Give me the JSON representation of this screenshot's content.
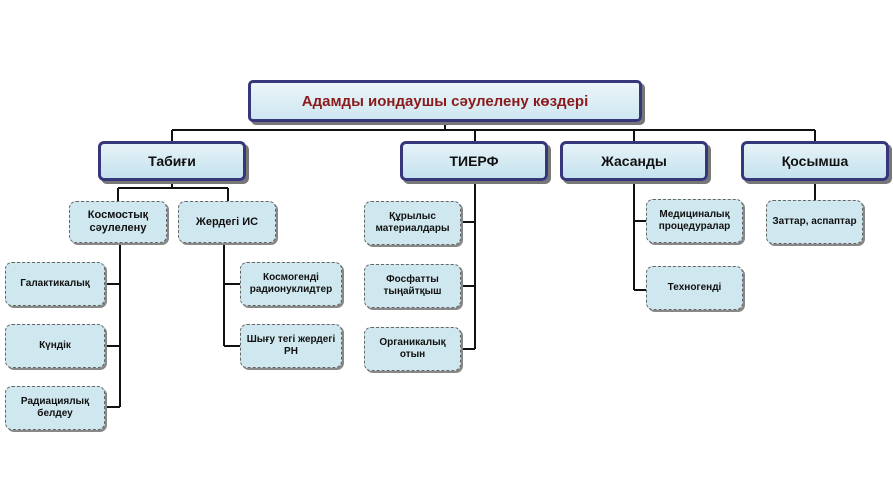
{
  "diagram": {
    "root": "Адамды иондаушы сәулелену көздері",
    "categories": [
      "Табиғи",
      "ТИЕРФ",
      "Жасанды",
      "Қосымша"
    ],
    "natural": {
      "sub": [
        "Космостық сәулелену",
        "Жердегі ИС"
      ],
      "cosmic": [
        "Галактикалық",
        "Күндік",
        "Радиациялық белдеу"
      ],
      "earth": [
        "Космогенді радионуклидтер",
        "Шығу тегі жердегі РН"
      ]
    },
    "tierf": [
      "Құрылыс материалдары",
      "Фосфатты тыңайтқыш",
      "Органикалық отын"
    ],
    "artificial": [
      "Медициналық процедуралар",
      "Техногенді"
    ],
    "additional": [
      "Заттар, аспаптар"
    ]
  }
}
